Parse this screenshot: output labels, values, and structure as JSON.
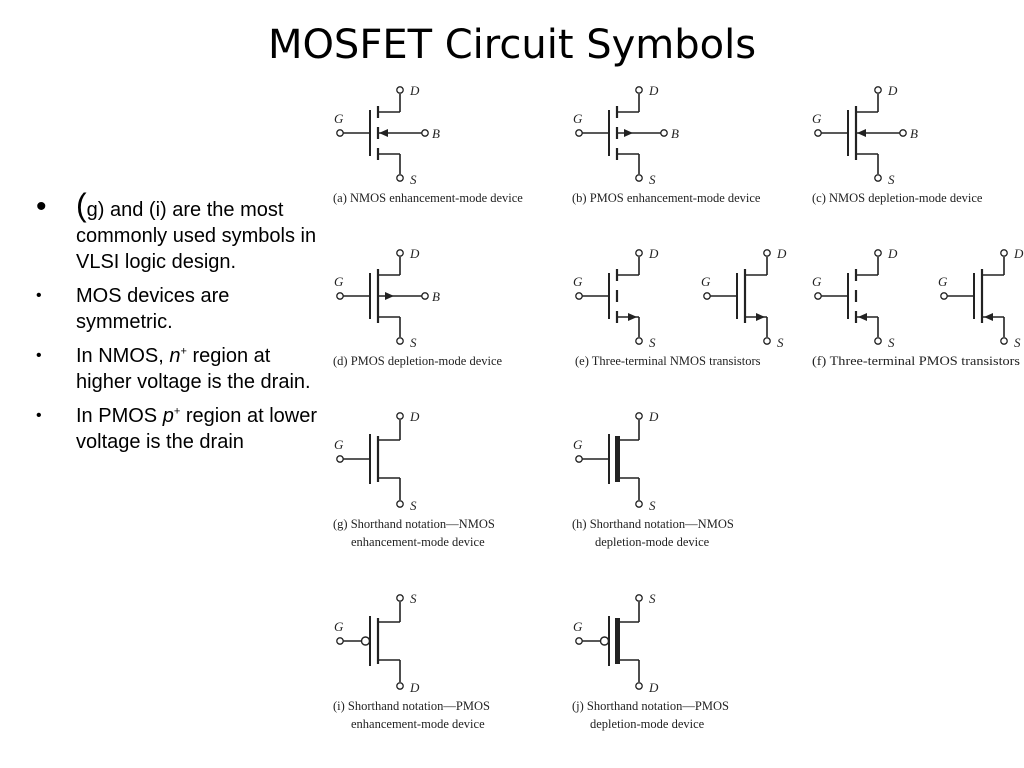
{
  "title": "MOSFET Circuit Symbols",
  "bullets": [
    {
      "lead": "(",
      "text": "g) and (i) are the most commonly used symbols in VLSI logic design."
    },
    {
      "text": "MOS devices are symmetric."
    },
    {
      "pre": "In NMOS, ",
      "em": "n",
      "sup": "+",
      "post": " region at higher voltage is the drain."
    },
    {
      "pre": "In PMOS ",
      "em": "p",
      "sup": "+",
      "post": " region at lower voltage is the drain"
    }
  ],
  "pins": {
    "gate": "G",
    "drain": "D",
    "source": "S",
    "body": "B"
  },
  "captions": {
    "a": "(a) NMOS enhancement-mode device",
    "b": "(b) PMOS enhancement-mode device",
    "c": "(c) NMOS depletion-mode device",
    "d": "(d) PMOS depletion-mode device",
    "e": "(e) Three-terminal NMOS transistors",
    "f": "(f) Three-terminal PMOS transistors",
    "g1": "(g) Shorthand notation—NMOS",
    "g2": "enhancement-mode device",
    "h1": "(h) Shorthand notation—NMOS",
    "h2": "depletion-mode device",
    "i1": "(i) Shorthand notation—PMOS",
    "i2": "enhancement-mode device",
    "j1": "(j) Shorthand notation—PMOS",
    "j2": "depletion-mode device"
  }
}
